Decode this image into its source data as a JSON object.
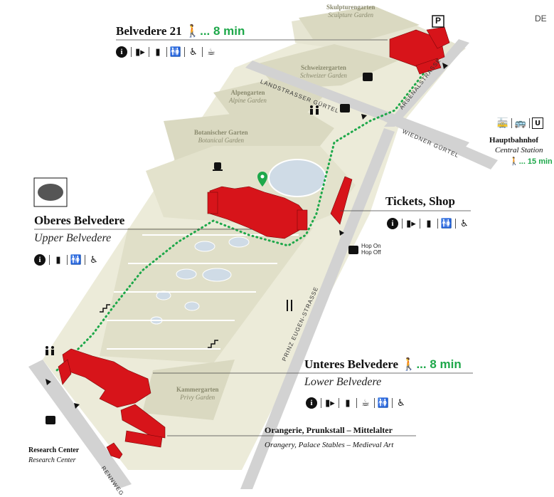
{
  "language_switch": "DE",
  "colors": {
    "building": "#d7141a",
    "route": "#1ea84a",
    "ground": "#ecebd9",
    "garden": "#dad9c1",
    "water": "#cfdbe6",
    "street": "#d2d2d2"
  },
  "destinations": {
    "belvedere21": {
      "title": "Belvedere 21",
      "walk": "... 8 min",
      "icons": [
        "info-icon",
        "audio-guide-icon",
        "locker-icon",
        "toilets-icon",
        "accessible-icon",
        "cafe-icon"
      ]
    },
    "upper": {
      "title": "Oberes Belvedere",
      "subtitle": "Upper Belvedere",
      "icons": [
        "info-icon",
        "locker-icon",
        "toilets-icon",
        "accessible-icon"
      ]
    },
    "tickets": {
      "title": "Tickets, Shop",
      "icons": [
        "info-icon",
        "audio-guide-icon",
        "locker-icon",
        "toilets-icon",
        "accessible-icon"
      ]
    },
    "lower": {
      "title": "Unteres Belvedere",
      "walk": "... 8 min",
      "subtitle": "Lower Belvedere",
      "icons": [
        "info-icon",
        "audio-guide-icon",
        "locker-icon",
        "cafe-icon",
        "toilets-icon",
        "accessible-icon"
      ]
    },
    "orangerie": {
      "title": "Orangerie, Prunkstall – Mittelalter",
      "subtitle": "Orangery, Palace Stables – Medieval Art"
    },
    "research": {
      "title": "Research Center",
      "subtitle": "Research Center"
    },
    "station": {
      "title": "Hauptbahnhof",
      "subtitle": "Central Station",
      "walk": "... 15 min",
      "icons": [
        "tram-icon",
        "bus-icon",
        "subway-icon"
      ]
    }
  },
  "gardens": [
    {
      "id": "sculpture",
      "de": "Skulpturengarten",
      "en": "Sculpture Garden"
    },
    {
      "id": "swiss",
      "de": "Schweizergarten",
      "en": "Schweizer Garden"
    },
    {
      "id": "alpine",
      "de": "Alpengarten",
      "en": "Alpine Garden"
    },
    {
      "id": "botanic",
      "de": "Botanischer Garten",
      "en": "Botanical Garden"
    },
    {
      "id": "privy",
      "de": "Kammergarten",
      "en": "Privy Garden"
    }
  ],
  "streets": {
    "landstrasser": "LANDSTRASSER GÜRTEL",
    "arsenal": "ARSENALSTRASSE",
    "wiedner": "WIEDNER GÜRTEL",
    "prinz": "PRINZ EUGEN-STRASSE",
    "rennweg": "RENNWEG"
  },
  "hop": {
    "line1": "Hop On",
    "line2": "Hop Off"
  },
  "parking": "P",
  "subway": "U"
}
